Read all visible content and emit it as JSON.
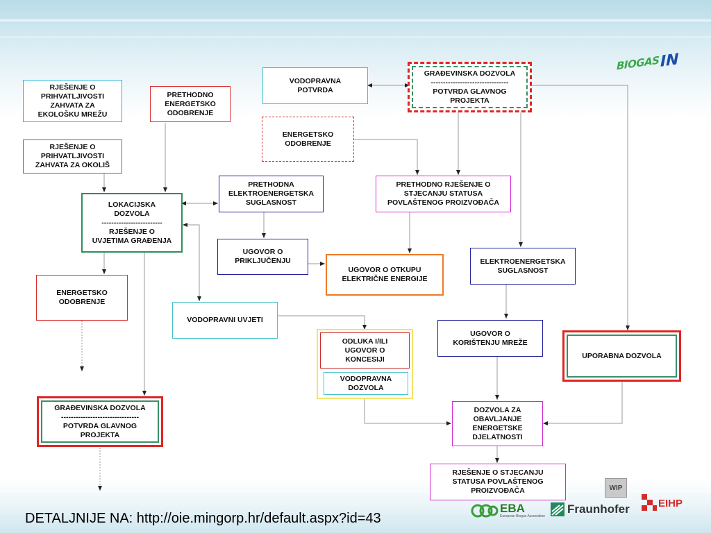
{
  "footer": {
    "link_text": "DETALJNIJE NA: http://oie.mingorp.hr/default.aspx?id=43"
  },
  "logos": {
    "biogasin": {
      "part1": "BIOGAS",
      "part2": "IN"
    },
    "wip": "WIP",
    "eba": {
      "name": "EBA",
      "subtitle": "European Biogas Association"
    },
    "fraunhofer": "Fraunhofer",
    "eihp": "EIHP"
  },
  "nodes": {
    "rjesenje_ekoloska": "RJEŠENJE O\nPRIHVATLJIVOSTI\nZAHVATA ZA\nEKOLOŠKU MREŽU",
    "prethodno_energetsko": "PRETHODNO\nENERGETSKO\nODOBRENJE",
    "vodopravna_potvrda": "VODOPRAVNA\nPOTVRDA",
    "gradevinska_top": "GRAĐEVINSKA DOZVOLA\n--------------------------------\nPOTVRDA GLAVNOG\nPROJEKTA",
    "rjesenje_okolis": "RJEŠENJE O\nPRIHVATLJIVOSTI\nZAHVATA ZA OKOLIŠ",
    "energetsko_odobrenje_dashed": "ENERGETSKO\nODOBRENJE",
    "lokacijska": "LOKACIJSKA\nDOZVOLA\n-------------------------\nRJEŠENJE O\nUVJETIMA GRAĐENJA",
    "prethodna_ee_suglasnost": "PRETHODNA\nELEKTROENERGETSKA\nSUGLASNOST",
    "prethodno_rjesenje_status": "PRETHODNO RJEŠENJE O\nSTJECANJU STATUSA\nPOVLAŠTENOG PROIZVOĐAČA",
    "ugovor_prikljucenje": "UGOVOR O\nPRIKLJUČENJU",
    "ugovor_otkup": "UGOVOR O OTKUPU\nELEKTRIČNE ENERGIJE",
    "ee_suglasnost": "ELEKTROENERGETSKA\nSUGLASNOST",
    "energetsko_odobrenje": "ENERGETSKO\nODOBRENJE",
    "vodopravni_uvjeti": "VODOPRAVNI UVJETI",
    "odluka_koncesija": "ODLUKA I/ILI\nUGOVOR O\nKONCESIJI",
    "vodopravna_dozvola": "VODOPRAVNA\nDOZVOLA",
    "ugovor_mreza": "UGOVOR O\nKORIŠTENJU MREŽE",
    "uporabna_dozvola": "UPORABNA DOZVOLA",
    "gradevinska_bottom": "GRAĐEVINSKA DOZVOLA\n--------------------------------\nPOTVRDA GLAVNOG\nPROJEKTA",
    "dozvola_obavljanje": "DOZVOLA ZA\nOBAVLJANJE\nENERGETSKE\nDJELATNOSTI",
    "rjesenje_status": "RJEŠENJE O STJECANJU\nSTATUSA POVLAŠTENOG\nPROIZVOĐAČA"
  },
  "colors": {
    "line": "#9a9a9a",
    "arrow": "#222222",
    "green_frame": "#2f8f5a",
    "red_frame": "#e02424",
    "blue_frame": "#22229a",
    "cyan_frame": "#22b7df",
    "magenta_frame": "#d22ad2",
    "orange_frame": "#ee7a26"
  }
}
